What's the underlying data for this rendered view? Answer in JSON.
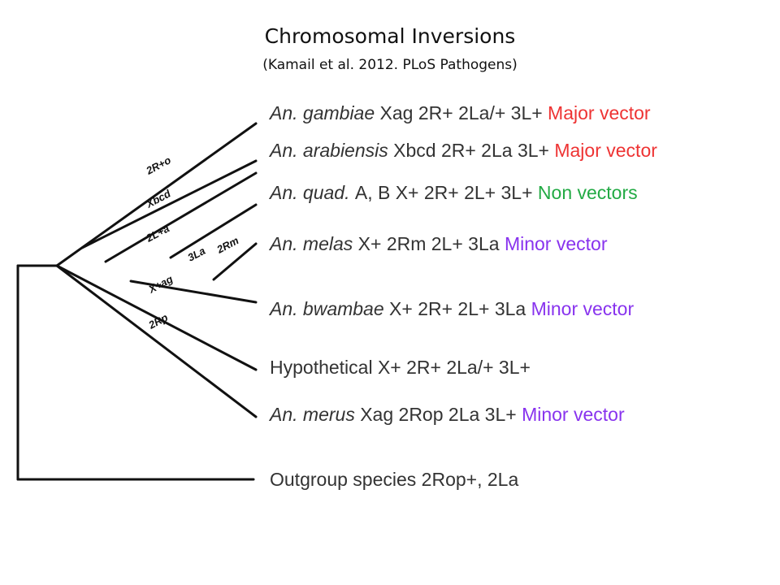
{
  "header": {
    "title": "Chromosomal Inversions",
    "subtitle": "(Kamail et al. 2012. PLoS Pathogens)"
  },
  "colors": {
    "major": "#ee3333",
    "non": "#22aa44",
    "minor": "#8833ee",
    "text": "#333333",
    "line": "#111111"
  },
  "taxa": [
    {
      "species": "An. gambiae",
      "karyotype": "Xag 2R+ 2La/+ 3L+",
      "status": "Major vector",
      "status_color": "#ee3333"
    },
    {
      "species": "An. arabiensis",
      "karyotype": "Xbcd 2R+ 2La 3L+",
      "status": "Major vector",
      "status_color": "#ee3333"
    },
    {
      "species": "An. quad.",
      "karyotype": "A, B X+ 2R+ 2L+ 3L+",
      "status": "Non vectors",
      "status_color": "#22aa44"
    },
    {
      "species": "An. melas",
      "karyotype": "X+ 2Rm 2L+ 3La",
      "status": "Minor vector",
      "status_color": "#8833ee"
    },
    {
      "species": "An. bwambae",
      "karyotype": "X+ 2R+ 2L+ 3La",
      "status": "Minor vector",
      "status_color": "#8833ee"
    },
    {
      "species": "",
      "karyotype": "Hypothetical X+ 2R+ 2La/+ 3L+",
      "status": "",
      "status_color": "#8833ee"
    },
    {
      "species": "An. merus",
      "karyotype": "Xag 2Rop 2La 3L+",
      "status": "Minor vector",
      "status_color": "#8833ee"
    },
    {
      "species": "",
      "karyotype": "Outgroup species 2Rop+, 2La",
      "status": "",
      "status_color": "#8833ee"
    }
  ],
  "branch_labels": [
    "2R+o",
    "Xbcd",
    "2L+a",
    "X+ag",
    "2Rp",
    "3La",
    "2Rm"
  ]
}
